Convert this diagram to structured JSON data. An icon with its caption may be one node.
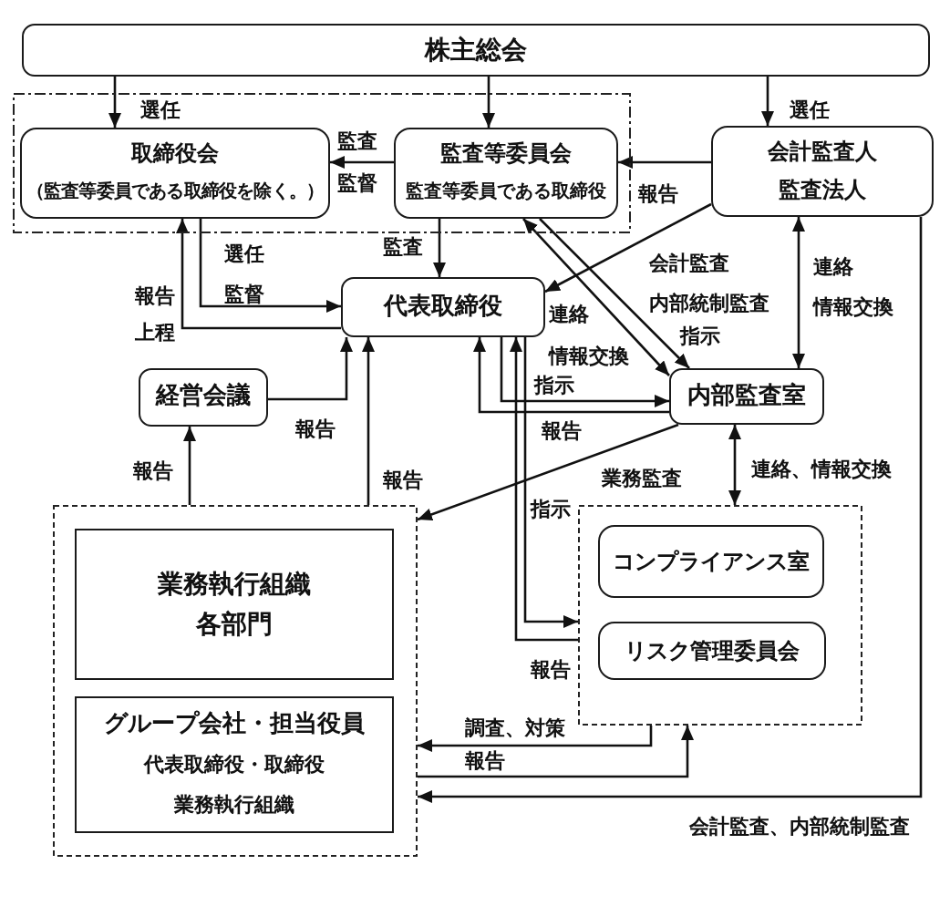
{
  "diagram": {
    "nodes": [
      {
        "text": [
          "株主総会"
        ]
      },
      {
        "text": [],
        "shape": "box"
      },
      {
        "text": [
          "取締役会",
          "（監査等委員である取締役を除く。）"
        ],
        "in": 1
      },
      {
        "text": [
          "監査等委員会",
          "監査等委員である取締役"
        ],
        "in": 1
      },
      {
        "text": [
          "会計監査人",
          "監査法人"
        ]
      },
      {
        "text": [
          "代表取締役"
        ]
      },
      {
        "text": [
          "経営会議"
        ]
      },
      {
        "text": [
          "内部監査室"
        ]
      },
      {
        "text": [],
        "shape": "box"
      },
      {
        "text": [
          "業務執行組織",
          "各部門"
        ],
        "in": 8
      },
      {
        "text": [
          "グループ会社・担当役員",
          "代表取締役・取締役",
          "業務執行組織"
        ],
        "in": 8
      },
      {
        "text": [],
        "shape": "box"
      },
      {
        "text": [
          "コンプライアンス室"
        ],
        "in": 11
      },
      {
        "text": [
          "リスク管理委員会"
        ],
        "in": 11
      }
    ],
    "edges": [
      {
        "from": 0,
        "to": 2,
        "arrow": "to",
        "label": "選任"
      },
      {
        "from": 0,
        "to": 3,
        "arrow": "to"
      },
      {
        "from": 0,
        "to": 4,
        "arrow": "to",
        "label": "選任"
      },
      {
        "from": 3,
        "to": 2,
        "arrow": "to",
        "label": "監査"
      },
      {
        "from": 4,
        "to": 3,
        "arrow": "to",
        "label": "報告"
      },
      {
        "from": 2,
        "to": 5,
        "arrow": "to",
        "label": "選任"
      },
      {
        "from": 5,
        "to": 2,
        "arrow": "to",
        "label": "報告"
      },
      {
        "from": 3,
        "to": 5,
        "arrow": "to",
        "label": "監査"
      },
      {
        "from": 4,
        "to": 5,
        "arrow": "to",
        "label": "会計監査"
      },
      {
        "from": 3,
        "to": 7,
        "arrow": "both",
        "label": "連絡"
      },
      {
        "from": 3,
        "to": 7,
        "arrow": "to",
        "label": "指示"
      },
      {
        "from": 4,
        "to": 7,
        "arrow": "both",
        "label": "連絡"
      },
      {
        "from": 6,
        "to": 5,
        "arrow": "to",
        "label": "報告"
      },
      {
        "from": 8,
        "to": 6,
        "arrow": "to",
        "label": "報告"
      },
      {
        "from": 8,
        "to": 5,
        "arrow": "to",
        "label": "報告"
      },
      {
        "from": 5,
        "to": 7,
        "arrow": "to",
        "label": "指示"
      },
      {
        "from": 7,
        "to": 5,
        "arrow": "to",
        "label": "報告"
      },
      {
        "from": 7,
        "to": 8,
        "arrow": "to",
        "label": "業務監査"
      },
      {
        "from": 7,
        "to": 11,
        "arrow": "both",
        "label": "連絡、情報交換"
      },
      {
        "from": 5,
        "to": 11,
        "arrow": "to",
        "label": "指示"
      },
      {
        "from": 11,
        "to": 5,
        "arrow": "to",
        "label": "報告"
      },
      {
        "from": 11,
        "to": 8,
        "arrow": "to",
        "label": "調査、対策"
      },
      {
        "from": 8,
        "to": 11,
        "arrow": "to",
        "label": "報告"
      },
      {
        "from": 4,
        "to": 8,
        "arrow": "to",
        "label": "会計監査、内部統制監査"
      }
    ],
    "labels": [
      "監督",
      "監督",
      "内部統制監査",
      "情報交換",
      "上程",
      "情報交換"
    ]
  }
}
